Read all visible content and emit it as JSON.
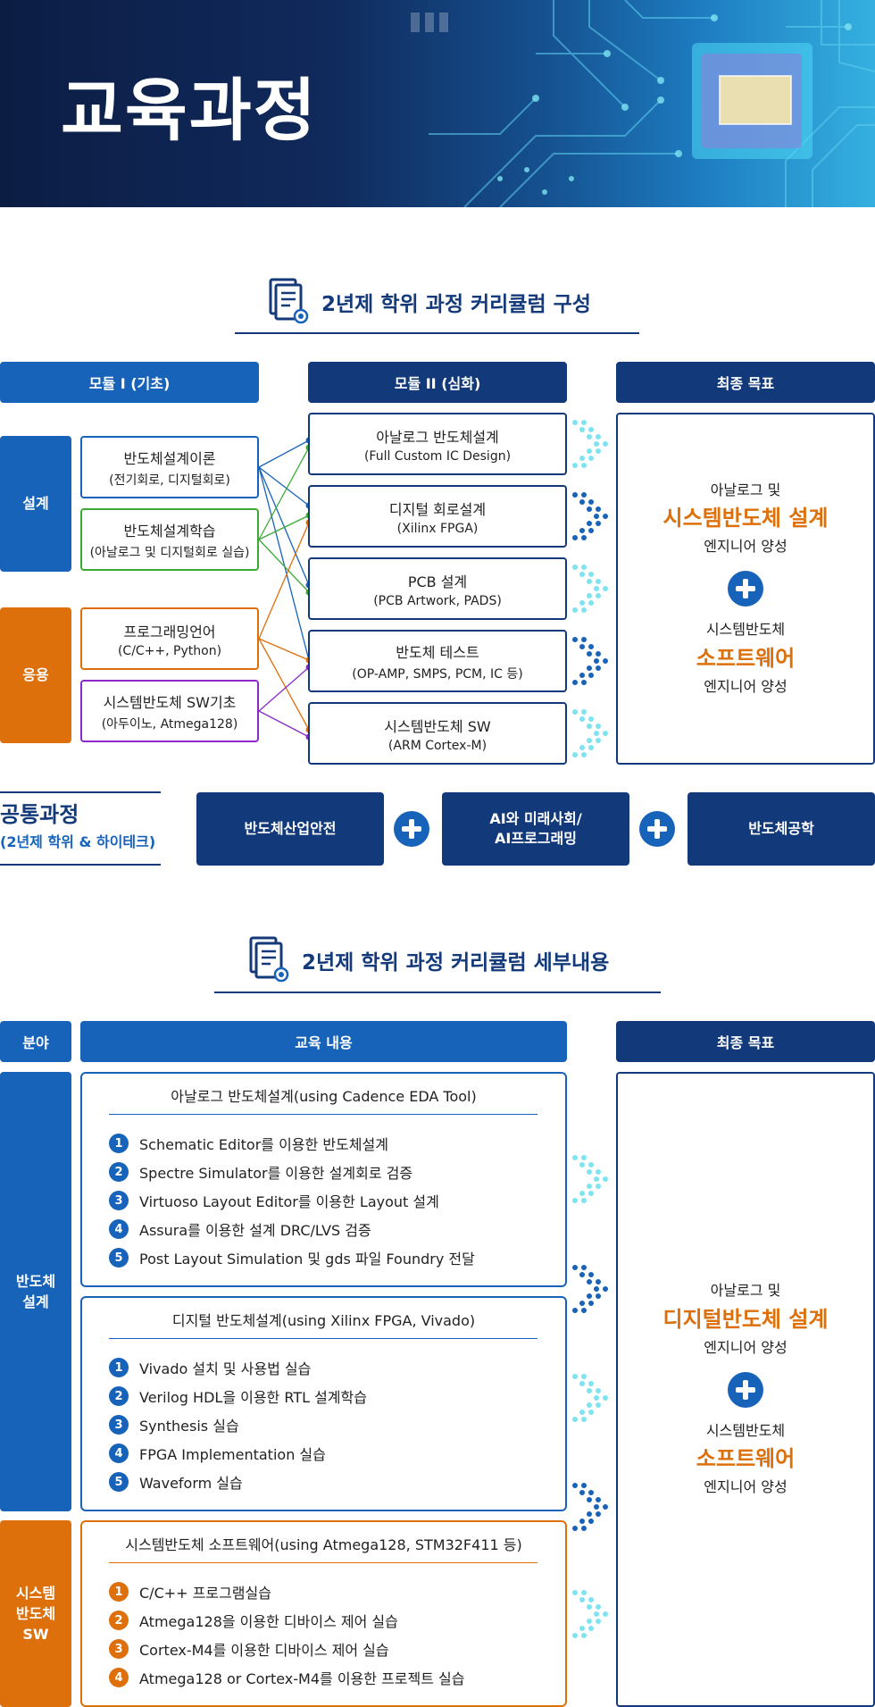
{
  "hero": {
    "title": "교육과정"
  },
  "section1": {
    "title": "2년제 학위 과정 커리큘럼 구성",
    "headers": {
      "module1": "모듈 I (기초)",
      "module2": "모듈 II (심화)",
      "goal": "최종 목표"
    },
    "sides": {
      "design": "설계",
      "application": "응용"
    },
    "module1_boxes": [
      {
        "title": "반도체설계이론",
        "sub": "(전기회로, 디지털회로)"
      },
      {
        "title": "반도체설계학습",
        "sub": "(아날로그 및 디지털회로 실습)"
      },
      {
        "title": "프로그래밍언어",
        "sub": "(C/C++, Python)"
      },
      {
        "title": "시스템반도체 SW기초",
        "sub": "(아두이노, Atmega128)"
      }
    ],
    "module2_boxes": [
      {
        "title": "아날로그 반도체설계",
        "sub": "(Full Custom IC Design)"
      },
      {
        "title": "디지털 회로설계",
        "sub": "(Xilinx FPGA)"
      },
      {
        "title": "PCB 설계",
        "sub": "(PCB Artwork, PADS)"
      },
      {
        "title": "반도체 테스트",
        "sub": "(OP-AMP, SMPS, PCM, IC 등)"
      },
      {
        "title": "시스템반도체 SW",
        "sub": "(ARM Cortex-M)"
      }
    ],
    "goal": {
      "line1": "아날로그 및",
      "big1": "시스템반도체 설계",
      "line2": "엔지니어 양성",
      "line3": "시스템반도체",
      "big2": "소프트웨어",
      "line4": "엔지니어 양성"
    },
    "common": {
      "title": "공통과정",
      "subtitle": "(2년제 학위 & 하이테크)",
      "items": [
        "반도체산업안전",
        "AI와 미래사회/\nAI프로그래밍",
        "반도체공학"
      ]
    }
  },
  "section2": {
    "title": "2년제 학위 과정 커리큘럼 세부내용",
    "headers": {
      "field": "분야",
      "content": "교육 내용",
      "goal": "최종 목표"
    },
    "sides": {
      "design": "반도체\n설계",
      "sw": "시스템\n반도체\nSW"
    },
    "boxes": [
      {
        "title": "아날로그 반도체설계(using Cadence EDA Tool)",
        "items": [
          "Schematic Editor를 이용한 반도체설계",
          "Spectre Simulator를 이용한 설계회로 검증",
          "Virtuoso Layout Editor를 이용한 Layout 설계",
          "Assura를 이용한 설계 DRC/LVS 검증",
          "Post Layout Simulation 및 gds 파일 Foundry 전달"
        ]
      },
      {
        "title": "디지털 반도체설계(using Xilinx FPGA, Vivado)",
        "items": [
          "Vivado 설치 및 사용법 실습",
          "Verilog HDL을 이용한 RTL 설계학습",
          "Synthesis 실습",
          "FPGA Implementation 실습",
          "Waveform 실습"
        ]
      },
      {
        "title": "시스템반도체 소프트웨어(using Atmega128, STM32F411 등)",
        "items": [
          "C/C++ 프로그램실습",
          "Atmega128을 이용한 디바이스 제어 실습",
          "Cortex-M4를 이용한 디바이스 제어 실습",
          "Atmega128 or Cortex-M4를 이용한 프로젝트 실습"
        ]
      }
    ],
    "goal": {
      "line1": "아날로그 및",
      "big1": "디지털반도체 설계",
      "line2": "엔지니어 양성",
      "line3": "시스템반도체",
      "big2": "소프트웨어",
      "line4": "엔지니어 양성"
    }
  },
  "colors": {
    "navy": "#123a7a",
    "blue": "#1763ba",
    "orange": "#dd700b",
    "green": "#3aaa35",
    "purple": "#8a2bc7",
    "cyan": "#7fe3f2"
  },
  "icons": [
    "document-certificate-icon",
    "plus-icon",
    "chevron-arrows-icon",
    "number-badge-icon"
  ]
}
